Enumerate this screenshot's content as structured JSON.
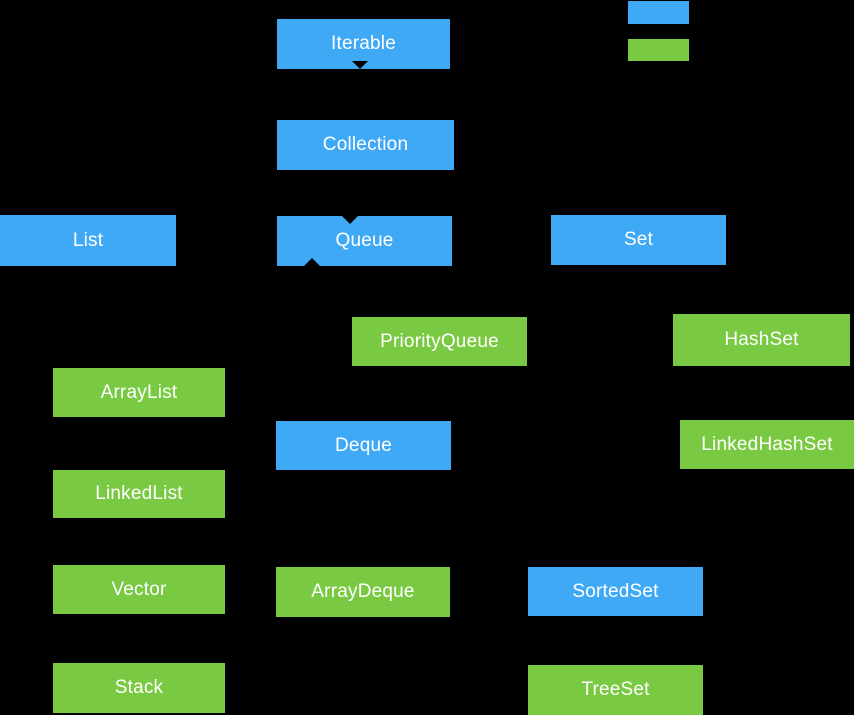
{
  "canvas": {
    "background_color": "#000000"
  },
  "legend": {
    "interface_color": "#3FA9F5",
    "class_color": "#7AC943"
  },
  "nodes": {
    "iterable": {
      "label": "Iterable",
      "kind": "interface"
    },
    "collection": {
      "label": "Collection",
      "kind": "interface"
    },
    "list": {
      "label": "List",
      "kind": "interface"
    },
    "queue": {
      "label": "Queue",
      "kind": "interface"
    },
    "set": {
      "label": "Set",
      "kind": "interface"
    },
    "priorityqueue": {
      "label": "PriorityQueue",
      "kind": "class"
    },
    "hashset": {
      "label": "HashSet",
      "kind": "class"
    },
    "arraylist": {
      "label": "ArrayList",
      "kind": "class"
    },
    "deque": {
      "label": "Deque",
      "kind": "interface"
    },
    "linkedhashset": {
      "label": "LinkedHashSet",
      "kind": "class"
    },
    "linkedlist": {
      "label": "LinkedList",
      "kind": "class"
    },
    "vector": {
      "label": "Vector",
      "kind": "class"
    },
    "arraydeque": {
      "label": "ArrayDeque",
      "kind": "class"
    },
    "sortedset": {
      "label": "SortedSet",
      "kind": "interface"
    },
    "stack": {
      "label": "Stack",
      "kind": "class"
    },
    "treeset": {
      "label": "TreeSet",
      "kind": "class"
    }
  }
}
